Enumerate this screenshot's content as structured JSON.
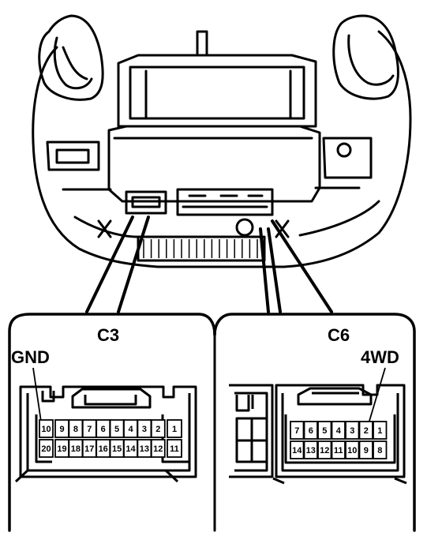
{
  "colors": {
    "ink": "#000000",
    "paper": "#ffffff"
  },
  "labels": {
    "connector_left": "C3",
    "connector_right": "C6",
    "pin_left": "GND",
    "pin_right": "4WD"
  },
  "c3": {
    "top_row": [
      "10",
      "9",
      "8",
      "7",
      "6",
      "5",
      "4",
      "3",
      "2",
      "1"
    ],
    "bottom_row": [
      "20",
      "19",
      "18",
      "17",
      "16",
      "15",
      "14",
      "13",
      "12",
      "11"
    ]
  },
  "c6": {
    "top_row": [
      "7",
      "6",
      "5",
      "4",
      "3",
      "2",
      "1"
    ],
    "bottom_row": [
      "14",
      "13",
      "12",
      "11",
      "10",
      "9",
      "8"
    ]
  }
}
